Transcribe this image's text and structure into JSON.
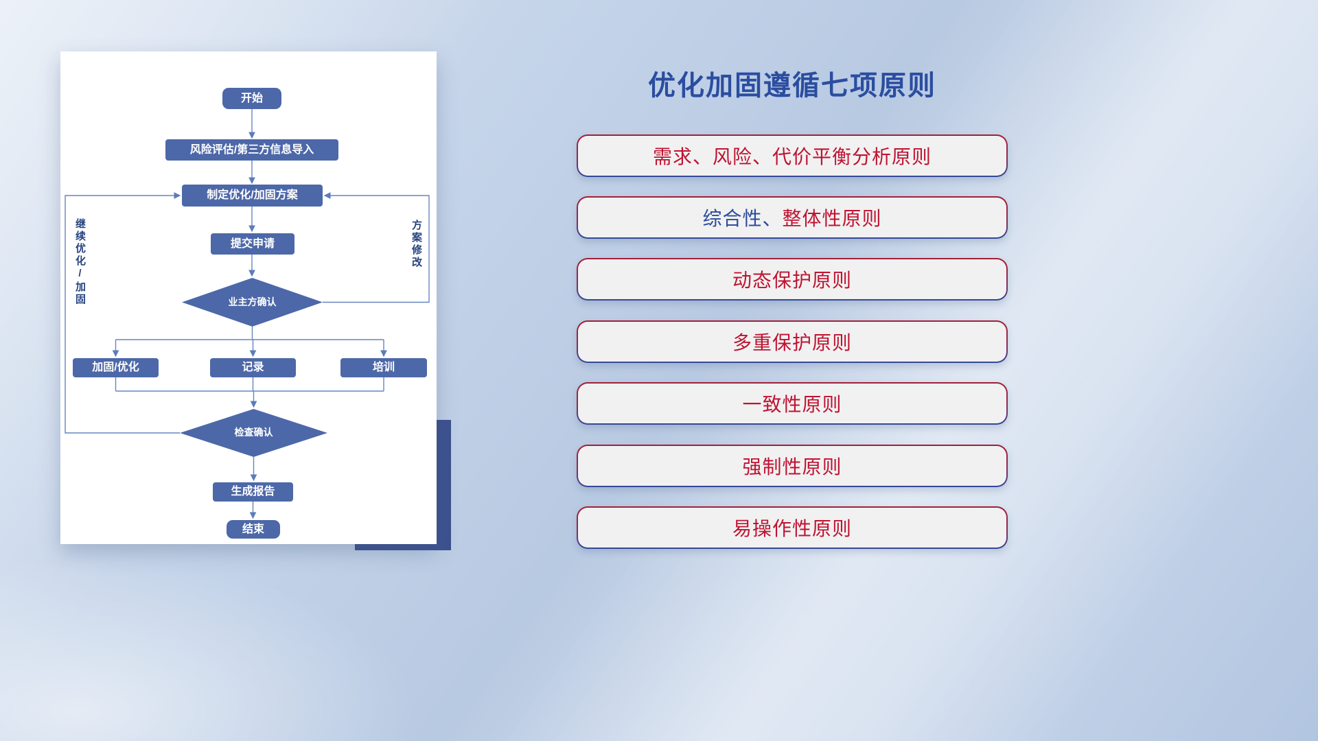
{
  "flowchart": {
    "nodes": [
      {
        "label": "开始"
      },
      {
        "label": "风险评估/第三方信息导入"
      },
      {
        "label": "制定优化/加固方案"
      },
      {
        "label": "提交申请"
      },
      {
        "label": "业主方确认"
      },
      {
        "label": "加固/优化"
      },
      {
        "label": "记录"
      },
      {
        "label": "培训"
      },
      {
        "label": "检查确认"
      },
      {
        "label": "生成报告"
      },
      {
        "label": "结束"
      }
    ],
    "edge_labels": {
      "continue_loop": "继续优化/加固",
      "plan_revision": "方案修改"
    }
  },
  "principles": {
    "title": "优化加固遵循七项原则",
    "items": [
      {
        "segments": [
          {
            "text": "需求、风险、代价平衡分析原则",
            "color": "#bf1330"
          }
        ]
      },
      {
        "segments": [
          {
            "text": "综合性、",
            "color": "#2b4b9b"
          },
          {
            "text": "整体性原则",
            "color": "#bf1330"
          }
        ]
      },
      {
        "segments": [
          {
            "text": "动态保护原则",
            "color": "#bf1330"
          }
        ]
      },
      {
        "segments": [
          {
            "text": "多重保护原则",
            "color": "#bf1330"
          }
        ]
      },
      {
        "segments": [
          {
            "text": "一致性原则",
            "color": "#bf1330"
          }
        ]
      },
      {
        "segments": [
          {
            "text": "强制性原则",
            "color": "#bf1330"
          }
        ]
      },
      {
        "segments": [
          {
            "text": "易操作性原则",
            "color": "#bf1330"
          }
        ]
      }
    ]
  },
  "colors": {
    "title_blue": "#2b4da0",
    "principle_red": "#bf1330",
    "principle_blue": "#2b4b9b",
    "node_fill": "#4d68a8",
    "connector_blue": "#5b7cba",
    "card_bg": "#ffffff",
    "decor_block_navy": "#3c518f",
    "pill_bg": "#f1f1f2",
    "pill_border_top": "#a32035",
    "pill_border_bottom": "#31499a"
  }
}
